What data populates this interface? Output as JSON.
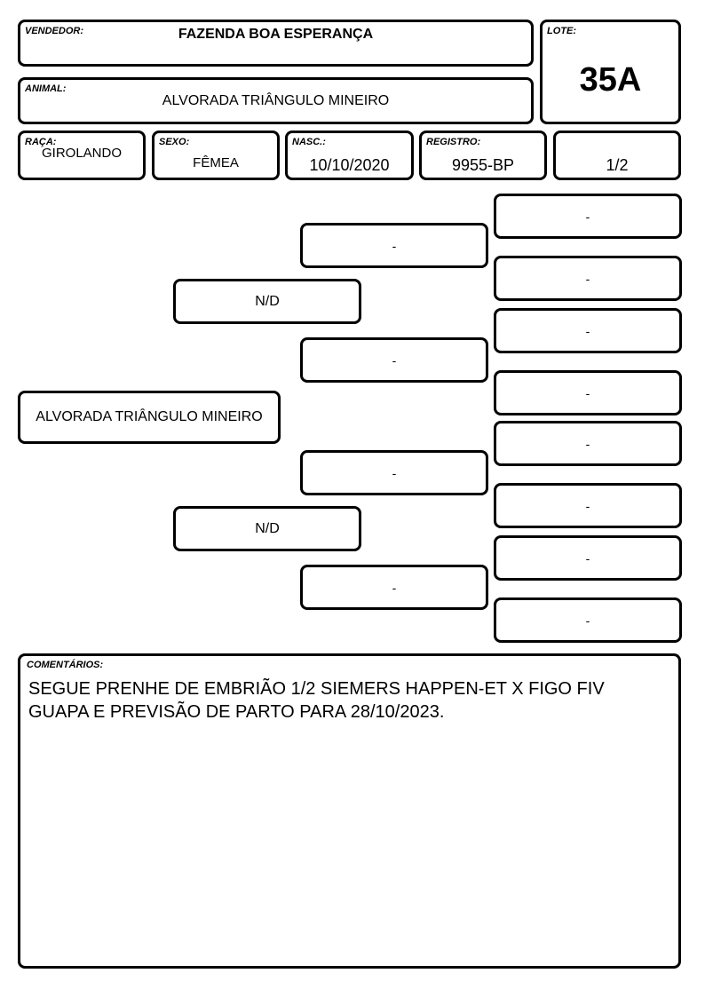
{
  "header": {
    "vendor_label": "VENDEDOR:",
    "vendor": "FAZENDA BOA ESPERANÇA",
    "lot_label": "LOTE:",
    "lot": "35A",
    "animal_label": "ANIMAL:",
    "animal": "ALVORADA TRIÂNGULO MINEIRO"
  },
  "info": {
    "breed_label": "RAÇA:",
    "breed": "GIROLANDO",
    "sex_label": "SEXO:",
    "sex": "FÊMEA",
    "birth_label": "NASC.:",
    "birth": "10/10/2020",
    "registry_label": "REGISTRO:",
    "registry": "9955-BP",
    "fraction": "1/2"
  },
  "pedigree": {
    "animal": "ALVORADA TRIÂNGULO MINEIRO",
    "sire": "N/D",
    "dam": "N/D",
    "sire_sire": "-",
    "sire_dam": "-",
    "dam_sire": "-",
    "dam_dam": "-",
    "g3": [
      "-",
      "-",
      "-",
      "-",
      "-",
      "-",
      "-",
      "-"
    ]
  },
  "comments": {
    "label": "COMENTÁRIOS:",
    "text": "SEGUE PRENHE DE EMBRIÃO 1/2 SIEMERS HAPPEN-ET X FIGO FIV GUAPA E PREVISÃO DE PARTO PARA 28/10/2023."
  }
}
